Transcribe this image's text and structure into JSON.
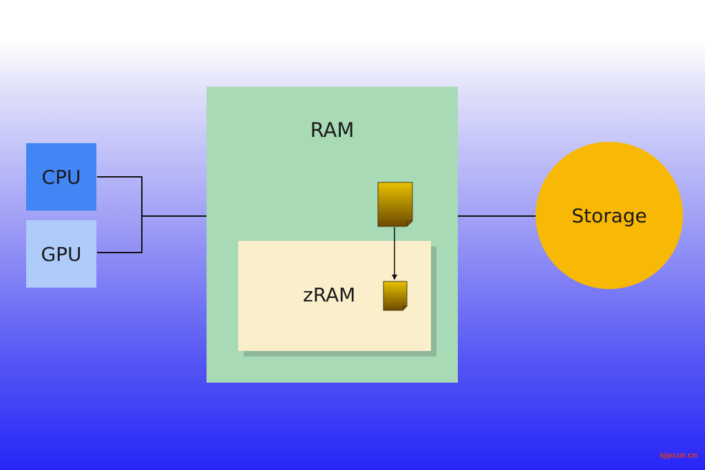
{
  "nodes": {
    "cpu": "CPU",
    "gpu": "GPU",
    "ram": "RAM",
    "zram": "zRAM",
    "storage": "Storage"
  },
  "watermark": "sjpcur.cn",
  "colors": {
    "cpu": "#4285f4",
    "gpu": "#aecbfa",
    "ram": "#a8dab5",
    "zram": "#fbeecb",
    "storage": "#f8b806",
    "page_top": "#e8c200",
    "page_bottom": "#6b4a00"
  },
  "icons": [
    "memory-page-icon",
    "compressed-page-icon"
  ]
}
